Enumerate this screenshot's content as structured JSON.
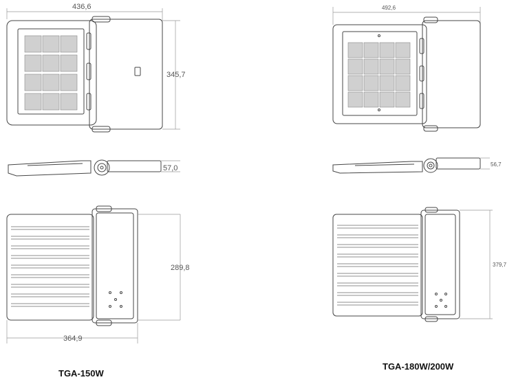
{
  "products": [
    {
      "model": "TGA-150W",
      "dimensions": {
        "overall_width": "436,6",
        "height": "345,7",
        "profile_height": "57,0",
        "rear_height": "289,8",
        "rear_width": "364,9"
      }
    },
    {
      "model": "TGA-180W/200W",
      "dimensions": {
        "overall_width": "492,6",
        "profile_height": "56,7",
        "rear_height": "379,7"
      }
    }
  ],
  "colors": {
    "line": "#444444",
    "dimension_line": "#999999",
    "text": "#555555"
  }
}
